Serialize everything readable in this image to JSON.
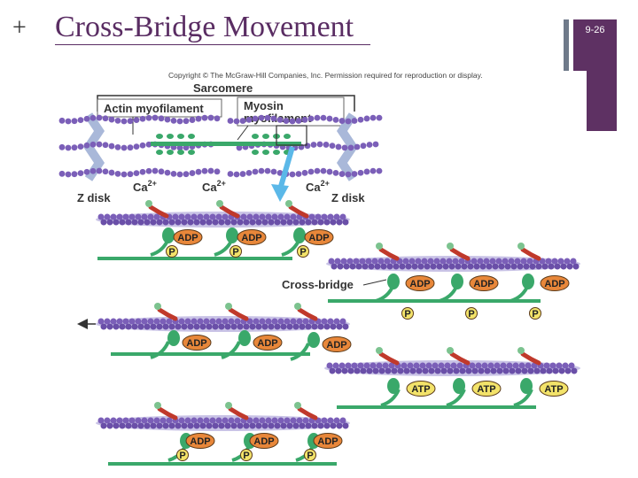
{
  "slide": {
    "title": "Cross-Bridge Movement",
    "bullet": "+",
    "number": "9-26",
    "copyright": "Copyright © The McGraw-Hill Companies, Inc. Permission required for reproduction or display."
  },
  "labels": {
    "sarcomere": "Sarcomere",
    "actin": "Actin myofilament",
    "myosin_1": "Myosin",
    "myosin_2": "myofilament",
    "z_disk": "Z disk",
    "calcium": "Ca",
    "charge": "2+",
    "cross_bridge": "Cross-bridge",
    "adp": "ADP",
    "atp": "ATP",
    "p": "P"
  },
  "colors": {
    "title": "#5a2d63",
    "actin": "#7b5fb8",
    "myosin": "#3aa86a",
    "adp": "#e8873a",
    "atp": "#f3e36a",
    "phosphate": "#f3e36a",
    "zdisk": "#a9b8d9",
    "arrow": "#5bb8e8"
  }
}
